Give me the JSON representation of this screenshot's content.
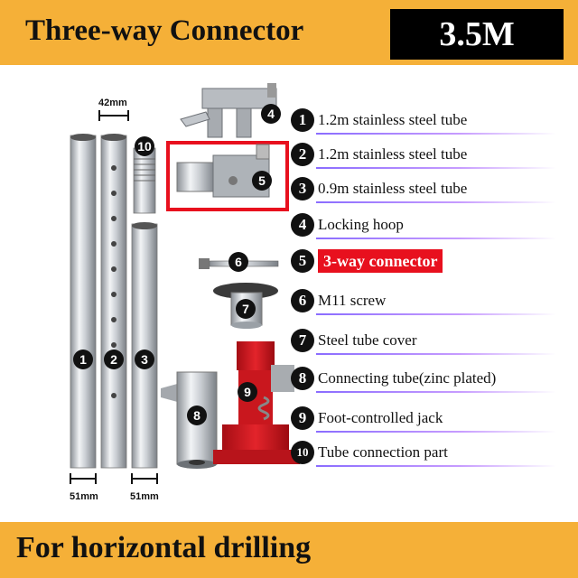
{
  "header": {
    "title": "Three-way Connector",
    "size": "3.5M"
  },
  "footer": {
    "caption": "For horizontal drilling"
  },
  "dimensions": {
    "top_width": "42mm",
    "bottom_left": "51mm",
    "bottom_right": "51mm"
  },
  "tube_labels": [
    "1",
    "2",
    "3",
    "4",
    "5",
    "6",
    "7",
    "8",
    "9",
    "10"
  ],
  "legend": [
    {
      "num": "1",
      "label": "1.2m stainless steel tube"
    },
    {
      "num": "2",
      "label": "1.2m stainless steel tube"
    },
    {
      "num": "3",
      "label": "0.9m stainless steel tube"
    },
    {
      "num": "4",
      "label": "Locking hoop"
    },
    {
      "num": "5",
      "label": "3-way connector"
    },
    {
      "num": "6",
      "label": "M11 screw"
    },
    {
      "num": "7",
      "label": "Steel tube cover"
    },
    {
      "num": "8",
      "label": "Connecting tube(zinc plated)"
    },
    {
      "num": "9",
      "label": "Foot-controlled jack"
    },
    {
      "num": "10",
      "label": "Tube connection part"
    }
  ],
  "colors": {
    "banner": "#f5b038",
    "highlight": "#e8101e",
    "arrow": "#e8101e"
  }
}
